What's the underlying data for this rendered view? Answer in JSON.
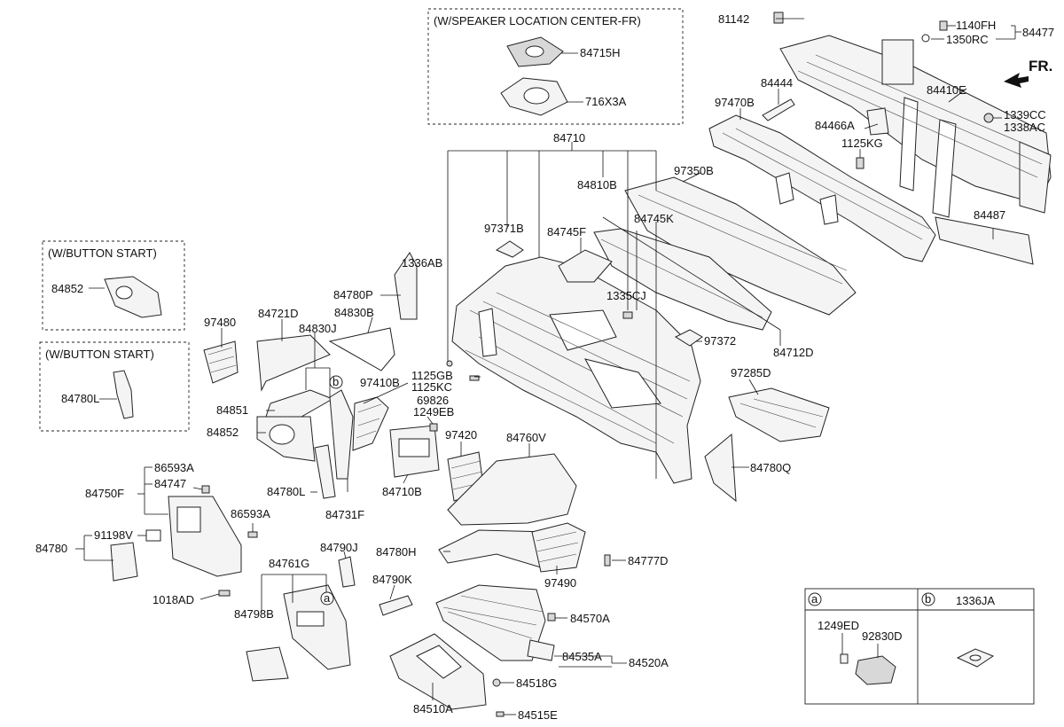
{
  "insets": {
    "speaker": {
      "title": "(W/SPEAKER LOCATION CENTER-FR)",
      "parts": [
        "84715H",
        "716X3A"
      ]
    },
    "button_start_1": {
      "title": "(W/BUTTON START)",
      "part": "84852"
    },
    "button_start_2": {
      "title": "(W/BUTTON START)",
      "part": "84780L"
    }
  },
  "direction_label": "FR.",
  "legend": {
    "a": {
      "letter": "a",
      "parts": [
        "1249ED",
        "92830D"
      ]
    },
    "b": {
      "letter": "b",
      "part": "1336JA"
    }
  },
  "callouts": {
    "p81142": "81142",
    "p1140FH": "1140FH",
    "p1350RC": "1350RC",
    "p84477": "84477",
    "p84444": "84444",
    "p84410E": "84410E",
    "p97470B": "97470B",
    "p84466A": "84466A",
    "p1339CC": "1339CC",
    "p1338AC": "1338AC",
    "p1125KG": "1125KG",
    "p84710": "84710",
    "p84810B": "84810B",
    "p97350B": "97350B",
    "p84745K": "84745K",
    "p97371B": "97371B",
    "p84745F": "84745F",
    "p84487": "84487",
    "p1336AB": "1336AB",
    "p1335CJ": "1335CJ",
    "p84712D": "84712D",
    "p84780P": "84780P",
    "p84830B": "84830B",
    "p84721D": "84721D",
    "p84830J": "84830J",
    "p97480": "97480",
    "p97372": "97372",
    "p97285D": "97285D",
    "p1125GB": "1125GB",
    "p1125KC": "1125KC",
    "p97410B": "97410B",
    "p69826": "69826",
    "p1249EB": "1249EB",
    "p84851": "84851",
    "p84852": "84852",
    "p97420": "97420",
    "p84760V": "84760V",
    "p84780Q": "84780Q",
    "p84780L": "84780L",
    "p84710B": "84710B",
    "p84731F": "84731F",
    "p86593A_1": "86593A",
    "p84747": "84747",
    "p84750F": "84750F",
    "p86593A_2": "86593A",
    "p91198V": "91198V",
    "p84780": "84780",
    "p84780H": "84780H",
    "p84777D": "84777D",
    "p84790J": "84790J",
    "p84761G": "84761G",
    "p1018AD": "1018AD",
    "p84790K": "84790K",
    "p97490": "97490",
    "p84798B": "84798B",
    "p84570A": "84570A",
    "p84535A": "84535A",
    "p84520A": "84520A",
    "p84518G": "84518G",
    "p84510A": "84510A",
    "p84515E": "84515E"
  },
  "circle_refs": {
    "a": "a",
    "b": "b"
  }
}
